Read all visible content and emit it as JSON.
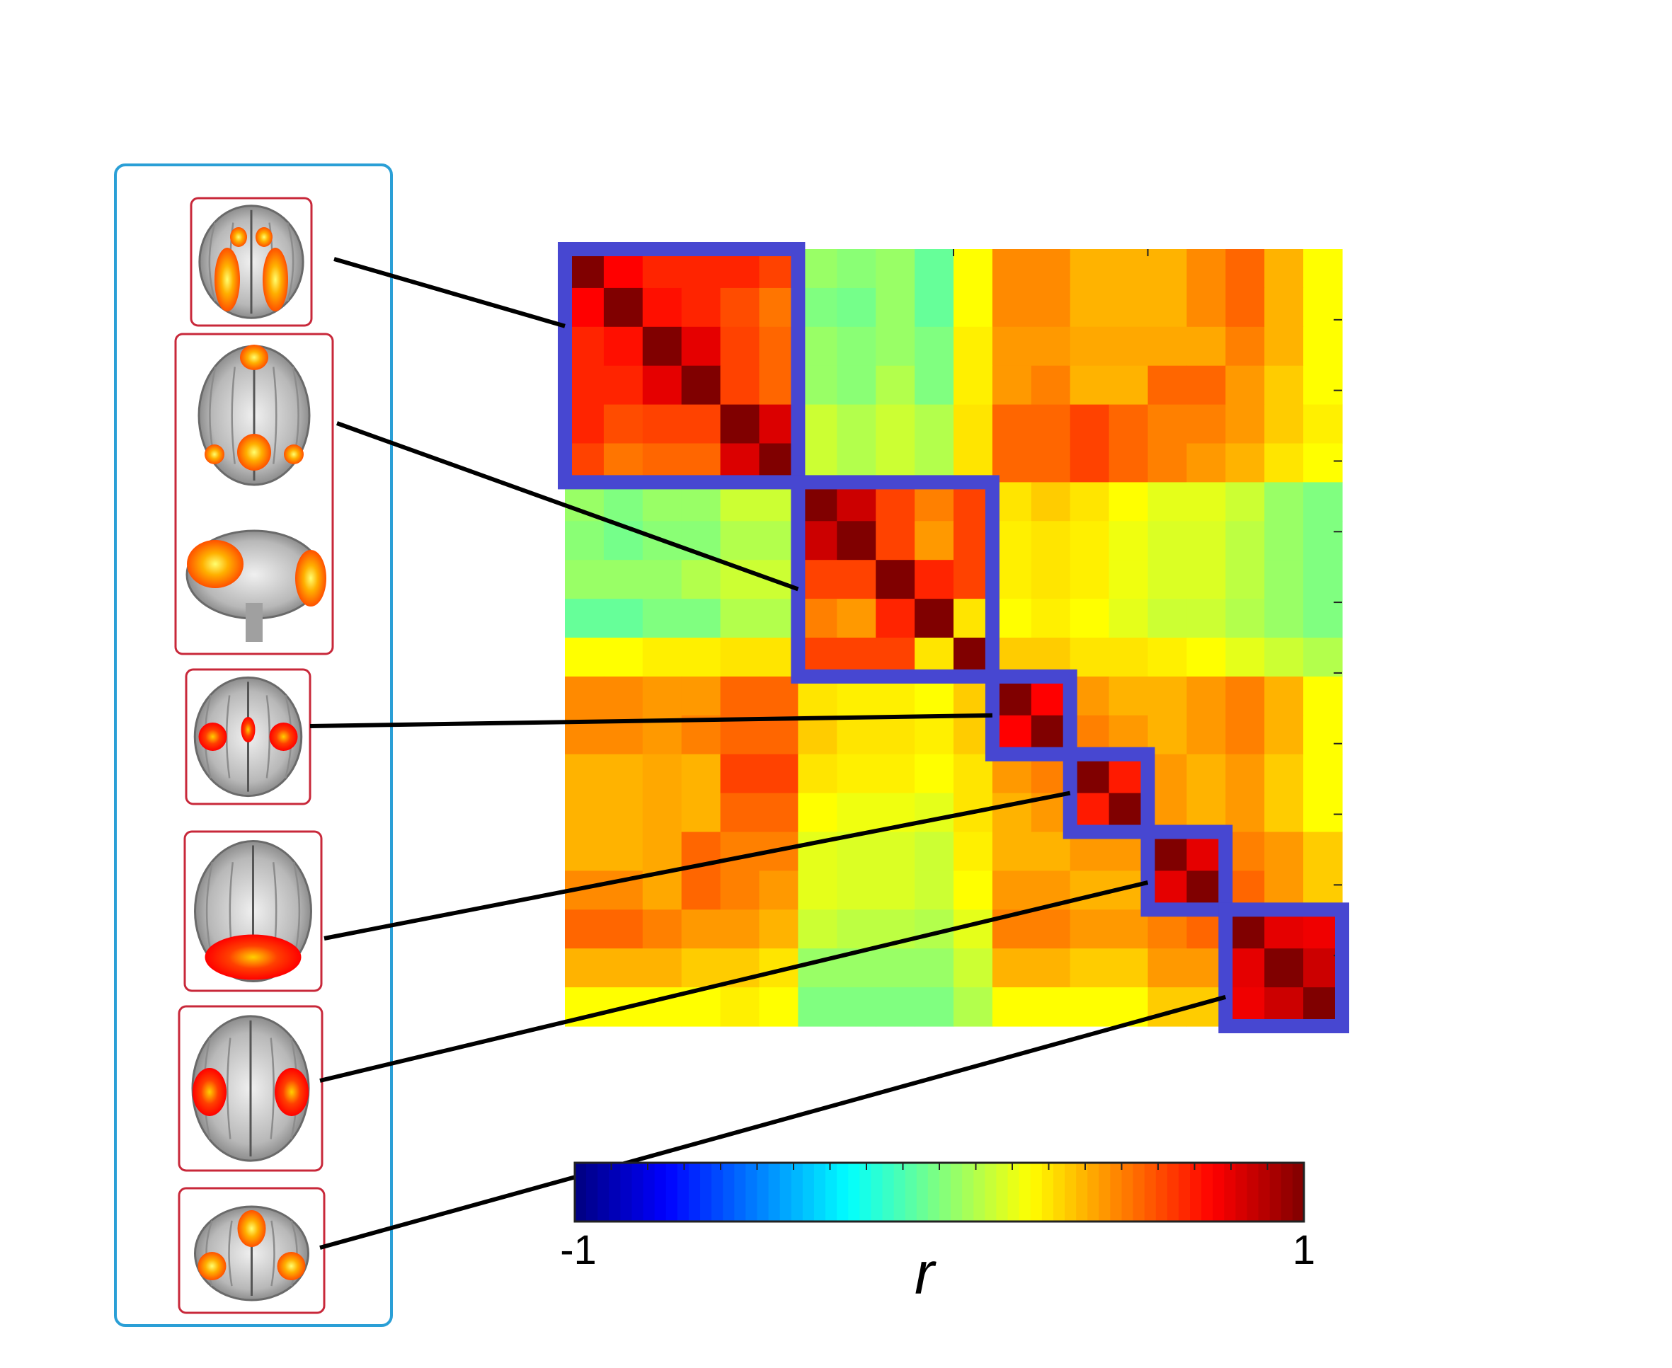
{
  "chart_data": {
    "type": "heatmap",
    "title": "",
    "xlabel": "",
    "ylabel": "",
    "value_range": [
      -1,
      1
    ],
    "colormap": "jet",
    "colorbar": {
      "min_label": "-1",
      "max_label": "1",
      "title": "r",
      "placement": "bottom"
    },
    "matrix_size": 20,
    "modules": [
      {
        "start": 0,
        "size": 6
      },
      {
        "start": 6,
        "size": 5
      },
      {
        "start": 11,
        "size": 2
      },
      {
        "start": 13,
        "size": 2
      },
      {
        "start": 15,
        "size": 2
      },
      {
        "start": 17,
        "size": 3
      }
    ],
    "module_outline_color": "#4747d1",
    "matrix": [
      [
        1.0,
        0.75,
        0.68,
        0.68,
        0.68,
        0.62,
        0.05,
        0.02,
        0.05,
        -0.05,
        0.25,
        0.48,
        0.48,
        0.4,
        0.4,
        0.4,
        0.48,
        0.55,
        0.4,
        0.25
      ],
      [
        0.75,
        1.0,
        0.72,
        0.68,
        0.6,
        0.52,
        0.0,
        -0.02,
        0.05,
        -0.05,
        0.25,
        0.48,
        0.48,
        0.4,
        0.4,
        0.4,
        0.48,
        0.55,
        0.4,
        0.25
      ],
      [
        0.68,
        0.72,
        1.0,
        0.8,
        0.62,
        0.55,
        0.05,
        0.02,
        0.05,
        0.0,
        0.28,
        0.45,
        0.45,
        0.42,
        0.42,
        0.42,
        0.42,
        0.5,
        0.4,
        0.25
      ],
      [
        0.68,
        0.68,
        0.8,
        1.0,
        0.62,
        0.55,
        0.05,
        0.02,
        0.1,
        0.0,
        0.28,
        0.45,
        0.5,
        0.4,
        0.4,
        0.55,
        0.55,
        0.45,
        0.35,
        0.25
      ],
      [
        0.68,
        0.6,
        0.62,
        0.62,
        1.0,
        0.82,
        0.15,
        0.1,
        0.15,
        0.1,
        0.3,
        0.55,
        0.55,
        0.62,
        0.55,
        0.5,
        0.5,
        0.45,
        0.35,
        0.28
      ],
      [
        0.62,
        0.52,
        0.55,
        0.55,
        0.82,
        1.0,
        0.15,
        0.1,
        0.15,
        0.1,
        0.3,
        0.55,
        0.55,
        0.62,
        0.55,
        0.5,
        0.45,
        0.4,
        0.3,
        0.25
      ],
      [
        0.05,
        0.0,
        0.05,
        0.05,
        0.15,
        0.15,
        1.0,
        0.85,
        0.62,
        0.5,
        0.62,
        0.3,
        0.35,
        0.3,
        0.25,
        0.2,
        0.2,
        0.15,
        0.05,
        0.0
      ],
      [
        0.02,
        -0.02,
        0.02,
        0.02,
        0.1,
        0.1,
        0.85,
        1.0,
        0.62,
        0.45,
        0.62,
        0.28,
        0.3,
        0.28,
        0.22,
        0.18,
        0.18,
        0.12,
        0.05,
        0.0
      ],
      [
        0.05,
        0.05,
        0.05,
        0.1,
        0.15,
        0.15,
        0.62,
        0.62,
        1.0,
        0.68,
        0.62,
        0.28,
        0.3,
        0.28,
        0.22,
        0.18,
        0.18,
        0.12,
        0.05,
        0.0
      ],
      [
        -0.05,
        -0.05,
        0.0,
        0.0,
        0.1,
        0.1,
        0.5,
        0.45,
        0.68,
        1.0,
        0.3,
        0.25,
        0.28,
        0.25,
        0.2,
        0.15,
        0.15,
        0.1,
        0.05,
        0.0
      ],
      [
        0.25,
        0.25,
        0.28,
        0.28,
        0.3,
        0.3,
        0.62,
        0.62,
        0.62,
        0.3,
        1.0,
        0.35,
        0.35,
        0.3,
        0.3,
        0.28,
        0.25,
        0.2,
        0.15,
        0.1
      ],
      [
        0.48,
        0.48,
        0.45,
        0.45,
        0.55,
        0.55,
        0.3,
        0.28,
        0.28,
        0.25,
        0.35,
        1.0,
        0.75,
        0.45,
        0.4,
        0.4,
        0.45,
        0.5,
        0.4,
        0.25
      ],
      [
        0.48,
        0.48,
        0.45,
        0.5,
        0.55,
        0.55,
        0.35,
        0.3,
        0.3,
        0.28,
        0.35,
        0.75,
        1.0,
        0.5,
        0.45,
        0.4,
        0.45,
        0.5,
        0.4,
        0.25
      ],
      [
        0.4,
        0.4,
        0.42,
        0.4,
        0.62,
        0.62,
        0.3,
        0.28,
        0.28,
        0.25,
        0.3,
        0.45,
        0.5,
        1.0,
        0.7,
        0.45,
        0.4,
        0.45,
        0.35,
        0.25
      ],
      [
        0.4,
        0.4,
        0.42,
        0.4,
        0.55,
        0.55,
        0.25,
        0.22,
        0.22,
        0.2,
        0.3,
        0.4,
        0.45,
        0.7,
        1.0,
        0.45,
        0.4,
        0.45,
        0.35,
        0.25
      ],
      [
        0.4,
        0.4,
        0.42,
        0.55,
        0.5,
        0.5,
        0.2,
        0.18,
        0.18,
        0.15,
        0.28,
        0.4,
        0.4,
        0.45,
        0.45,
        1.0,
        0.8,
        0.5,
        0.45,
        0.35
      ],
      [
        0.48,
        0.48,
        0.42,
        0.55,
        0.5,
        0.45,
        0.2,
        0.18,
        0.18,
        0.15,
        0.25,
        0.45,
        0.45,
        0.4,
        0.4,
        0.8,
        1.0,
        0.55,
        0.45,
        0.35
      ],
      [
        0.55,
        0.55,
        0.5,
        0.45,
        0.45,
        0.4,
        0.15,
        0.12,
        0.12,
        0.1,
        0.2,
        0.5,
        0.5,
        0.45,
        0.45,
        0.5,
        0.55,
        1.0,
        0.8,
        0.78
      ],
      [
        0.4,
        0.4,
        0.4,
        0.35,
        0.35,
        0.3,
        0.05,
        0.05,
        0.05,
        0.05,
        0.15,
        0.4,
        0.4,
        0.35,
        0.35,
        0.45,
        0.45,
        0.8,
        1.0,
        0.85
      ],
      [
        0.25,
        0.25,
        0.25,
        0.25,
        0.28,
        0.25,
        0.0,
        0.0,
        0.0,
        0.0,
        0.1,
        0.25,
        0.25,
        0.25,
        0.25,
        0.35,
        0.35,
        0.78,
        0.85,
        1.0
      ]
    ],
    "network_images": [
      {
        "icon": "brain-axial-slice-icon"
      },
      {
        "icon": "brain-axial-and-sagittal-slices-icon"
      },
      {
        "icon": "brain-axial-slice-icon"
      },
      {
        "icon": "brain-axial-slice-icon"
      },
      {
        "icon": "brain-axial-slice-icon"
      },
      {
        "icon": "brain-coronal-slice-icon"
      }
    ],
    "panel_outline_color": "#2a9fd6",
    "image_outline_color": "#c8283a",
    "connector_color": "#000000"
  }
}
